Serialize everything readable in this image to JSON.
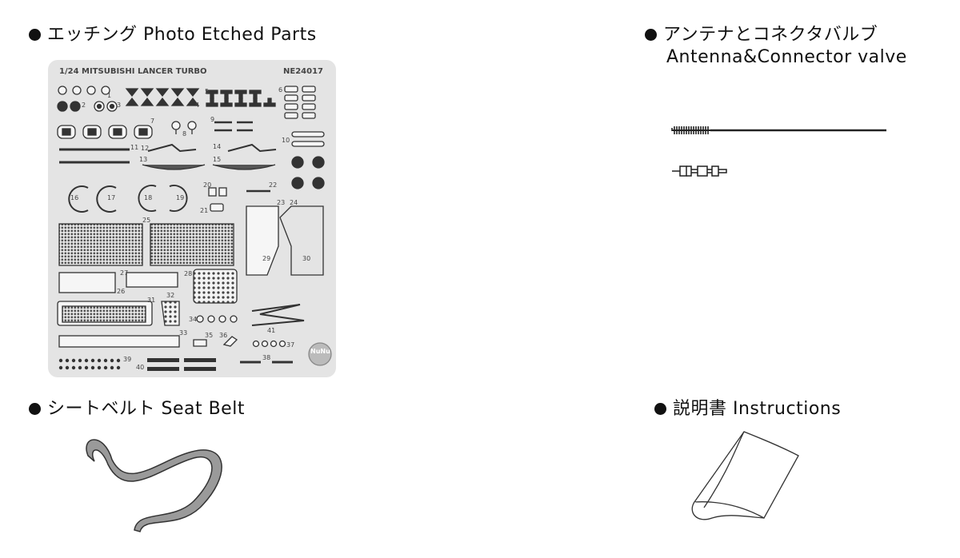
{
  "photo_etched": {
    "heading": "エッチング Photo Etched Parts",
    "fret_title": "1/24 MITSUBISHI  LANCER  TURBO",
    "fret_code": "NE24017",
    "logo_text": "NuNu",
    "part_numbers": [
      "1",
      "2",
      "3",
      "4",
      "5",
      "6",
      "7",
      "8",
      "9",
      "10",
      "11",
      "12",
      "13",
      "14",
      "15",
      "16",
      "17",
      "18",
      "19",
      "20",
      "21",
      "22",
      "23",
      "24",
      "25",
      "26",
      "27",
      "28",
      "29",
      "30",
      "31",
      "32",
      "33",
      "34",
      "35",
      "36",
      "37",
      "38",
      "39",
      "40",
      "41"
    ]
  },
  "antenna": {
    "heading_line1": "アンテナとコネクタバルブ",
    "heading_line2": "Antenna&Connector valve"
  },
  "seat_belt": {
    "heading": "シートベルト Seat Belt"
  },
  "instructions": {
    "heading": "説明書 Instructions"
  }
}
